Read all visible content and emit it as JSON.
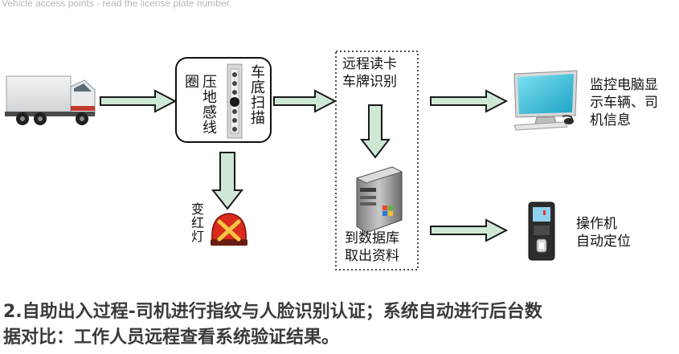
{
  "caption": "Vehicle access points - read the license plate number.",
  "nodes": {
    "loop_sensor": "压地感线圈",
    "undercarriage_scan": "车底扫描",
    "remote_read": {
      "line1": "远程读卡",
      "line2": "车牌识别"
    },
    "database": {
      "line1": "到数据库",
      "line2": "取出资料"
    },
    "monitor": {
      "line1": "监控电脑显",
      "line2": "示车辆、司",
      "line3": "机信息"
    },
    "operator": {
      "line1": "操作机",
      "line2": "自动定位"
    },
    "red_light": "变红灯"
  },
  "description": {
    "line1": "2.自助出入过程-司机进行指纹与人脸识别认证；系统自动进行后台数",
    "line2": "据对比：工作人员远程查看系统验证结果。"
  }
}
